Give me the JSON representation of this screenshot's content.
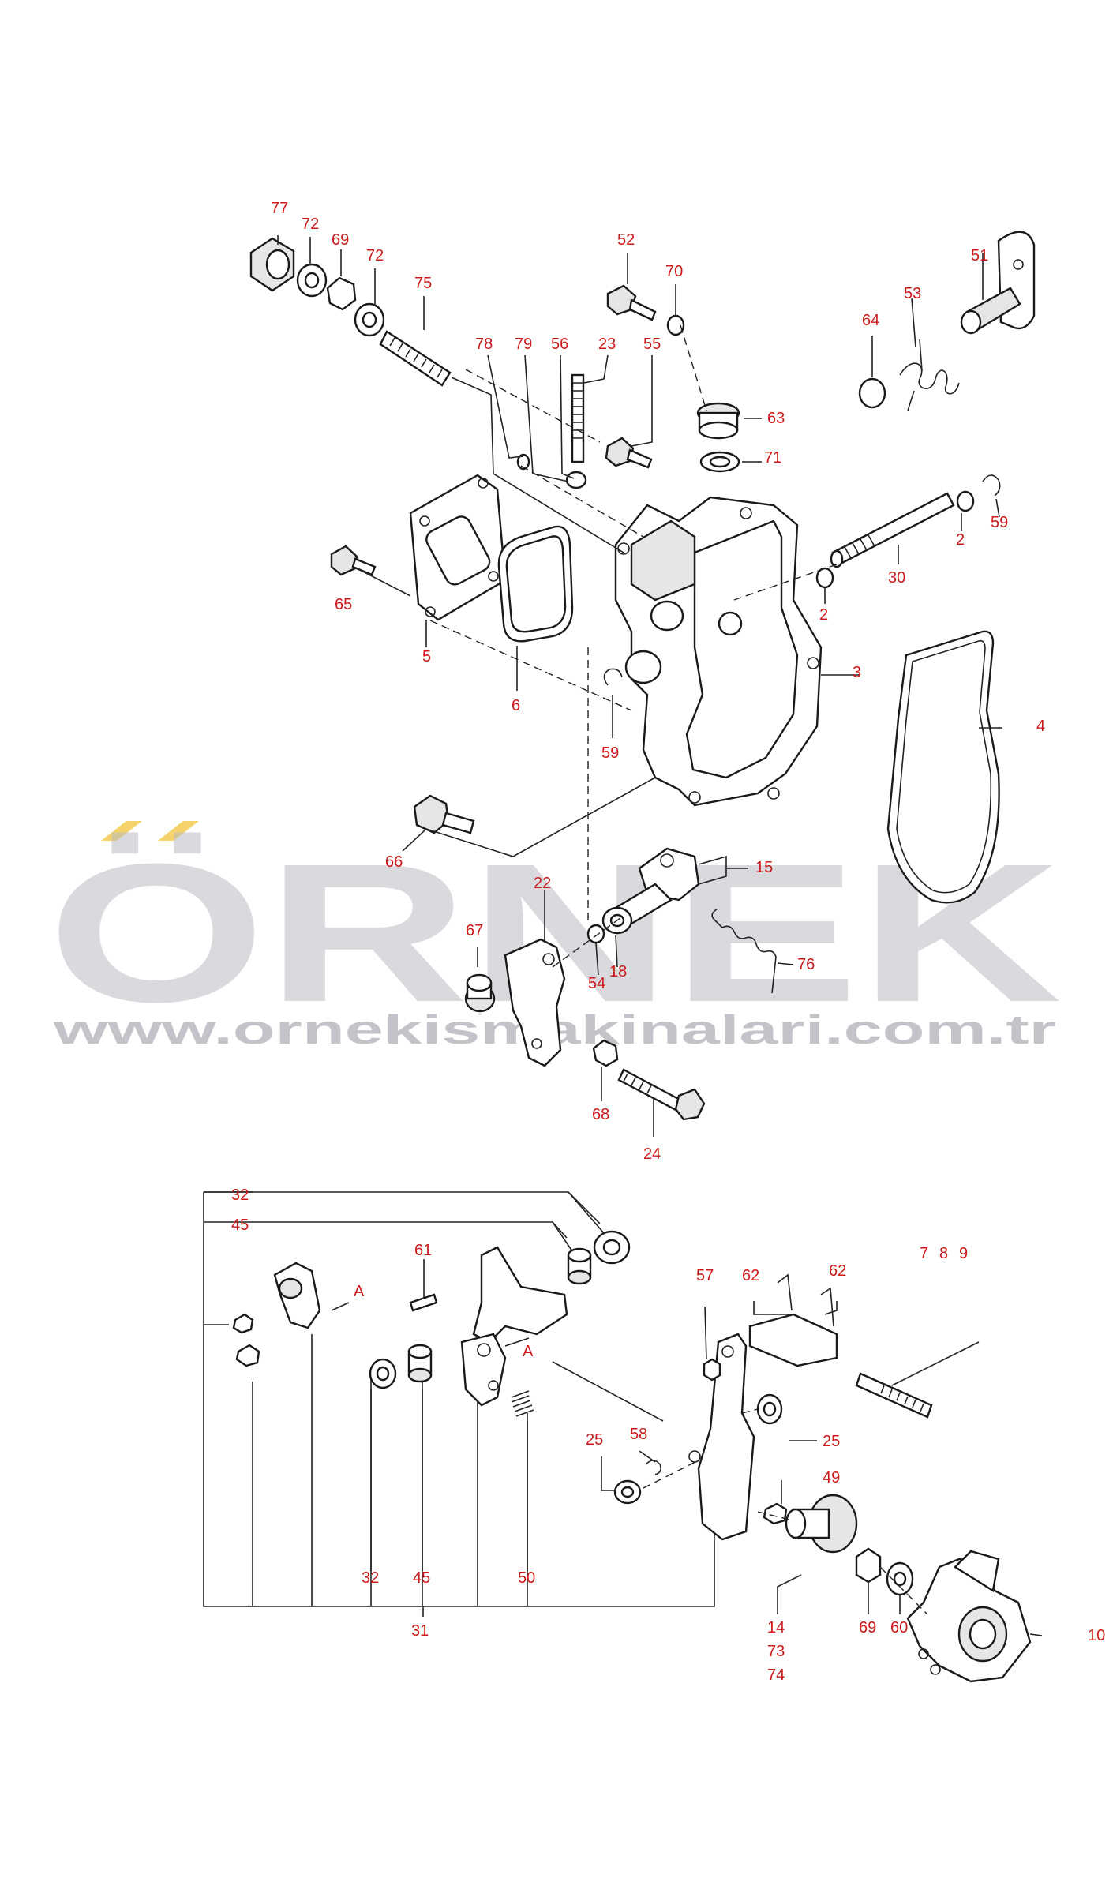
{
  "watermark": {
    "brand": "ÖRNEK",
    "url": "www.ornekismakinalari.com.tr",
    "accent_color": "#f5d36a",
    "text_color": "#b9bcc4"
  },
  "labels": {
    "l77": "77",
    "l72a": "72",
    "l69a": "69",
    "l72b": "72",
    "l75": "75",
    "l78": "78",
    "l79": "79",
    "l56": "56",
    "l23": "23",
    "l52": "52",
    "l70": "70",
    "l55": "55",
    "l51": "51",
    "l53": "53",
    "l64": "64",
    "l63": "63",
    "l71": "71",
    "l59a": "59",
    "l2a": "2",
    "l30": "30",
    "l2b": "2",
    "l65": "65",
    "l5": "5",
    "l6": "6",
    "l3": "3",
    "l59b": "59",
    "l4": "4",
    "l66": "66",
    "l15": "15",
    "l22": "22",
    "l67": "67",
    "l18": "18",
    "l54": "54",
    "l76": "76",
    "l68": "68",
    "l24": "24",
    "l32a": "32",
    "l45a": "45",
    "l61": "61",
    "lA1": "A",
    "lA2": "A",
    "l57": "57",
    "l62a": "62",
    "l62b": "62",
    "l7": "7",
    "l8": "8",
    "l9": "9",
    "l25a": "25",
    "l58": "58",
    "l25b": "25",
    "l49": "49",
    "l32b": "32",
    "l45b": "45",
    "l50": "50",
    "l31": "31",
    "l14": "14",
    "l73": "73",
    "l74": "74",
    "l69b": "69",
    "l60": "60",
    "l10": "10"
  }
}
